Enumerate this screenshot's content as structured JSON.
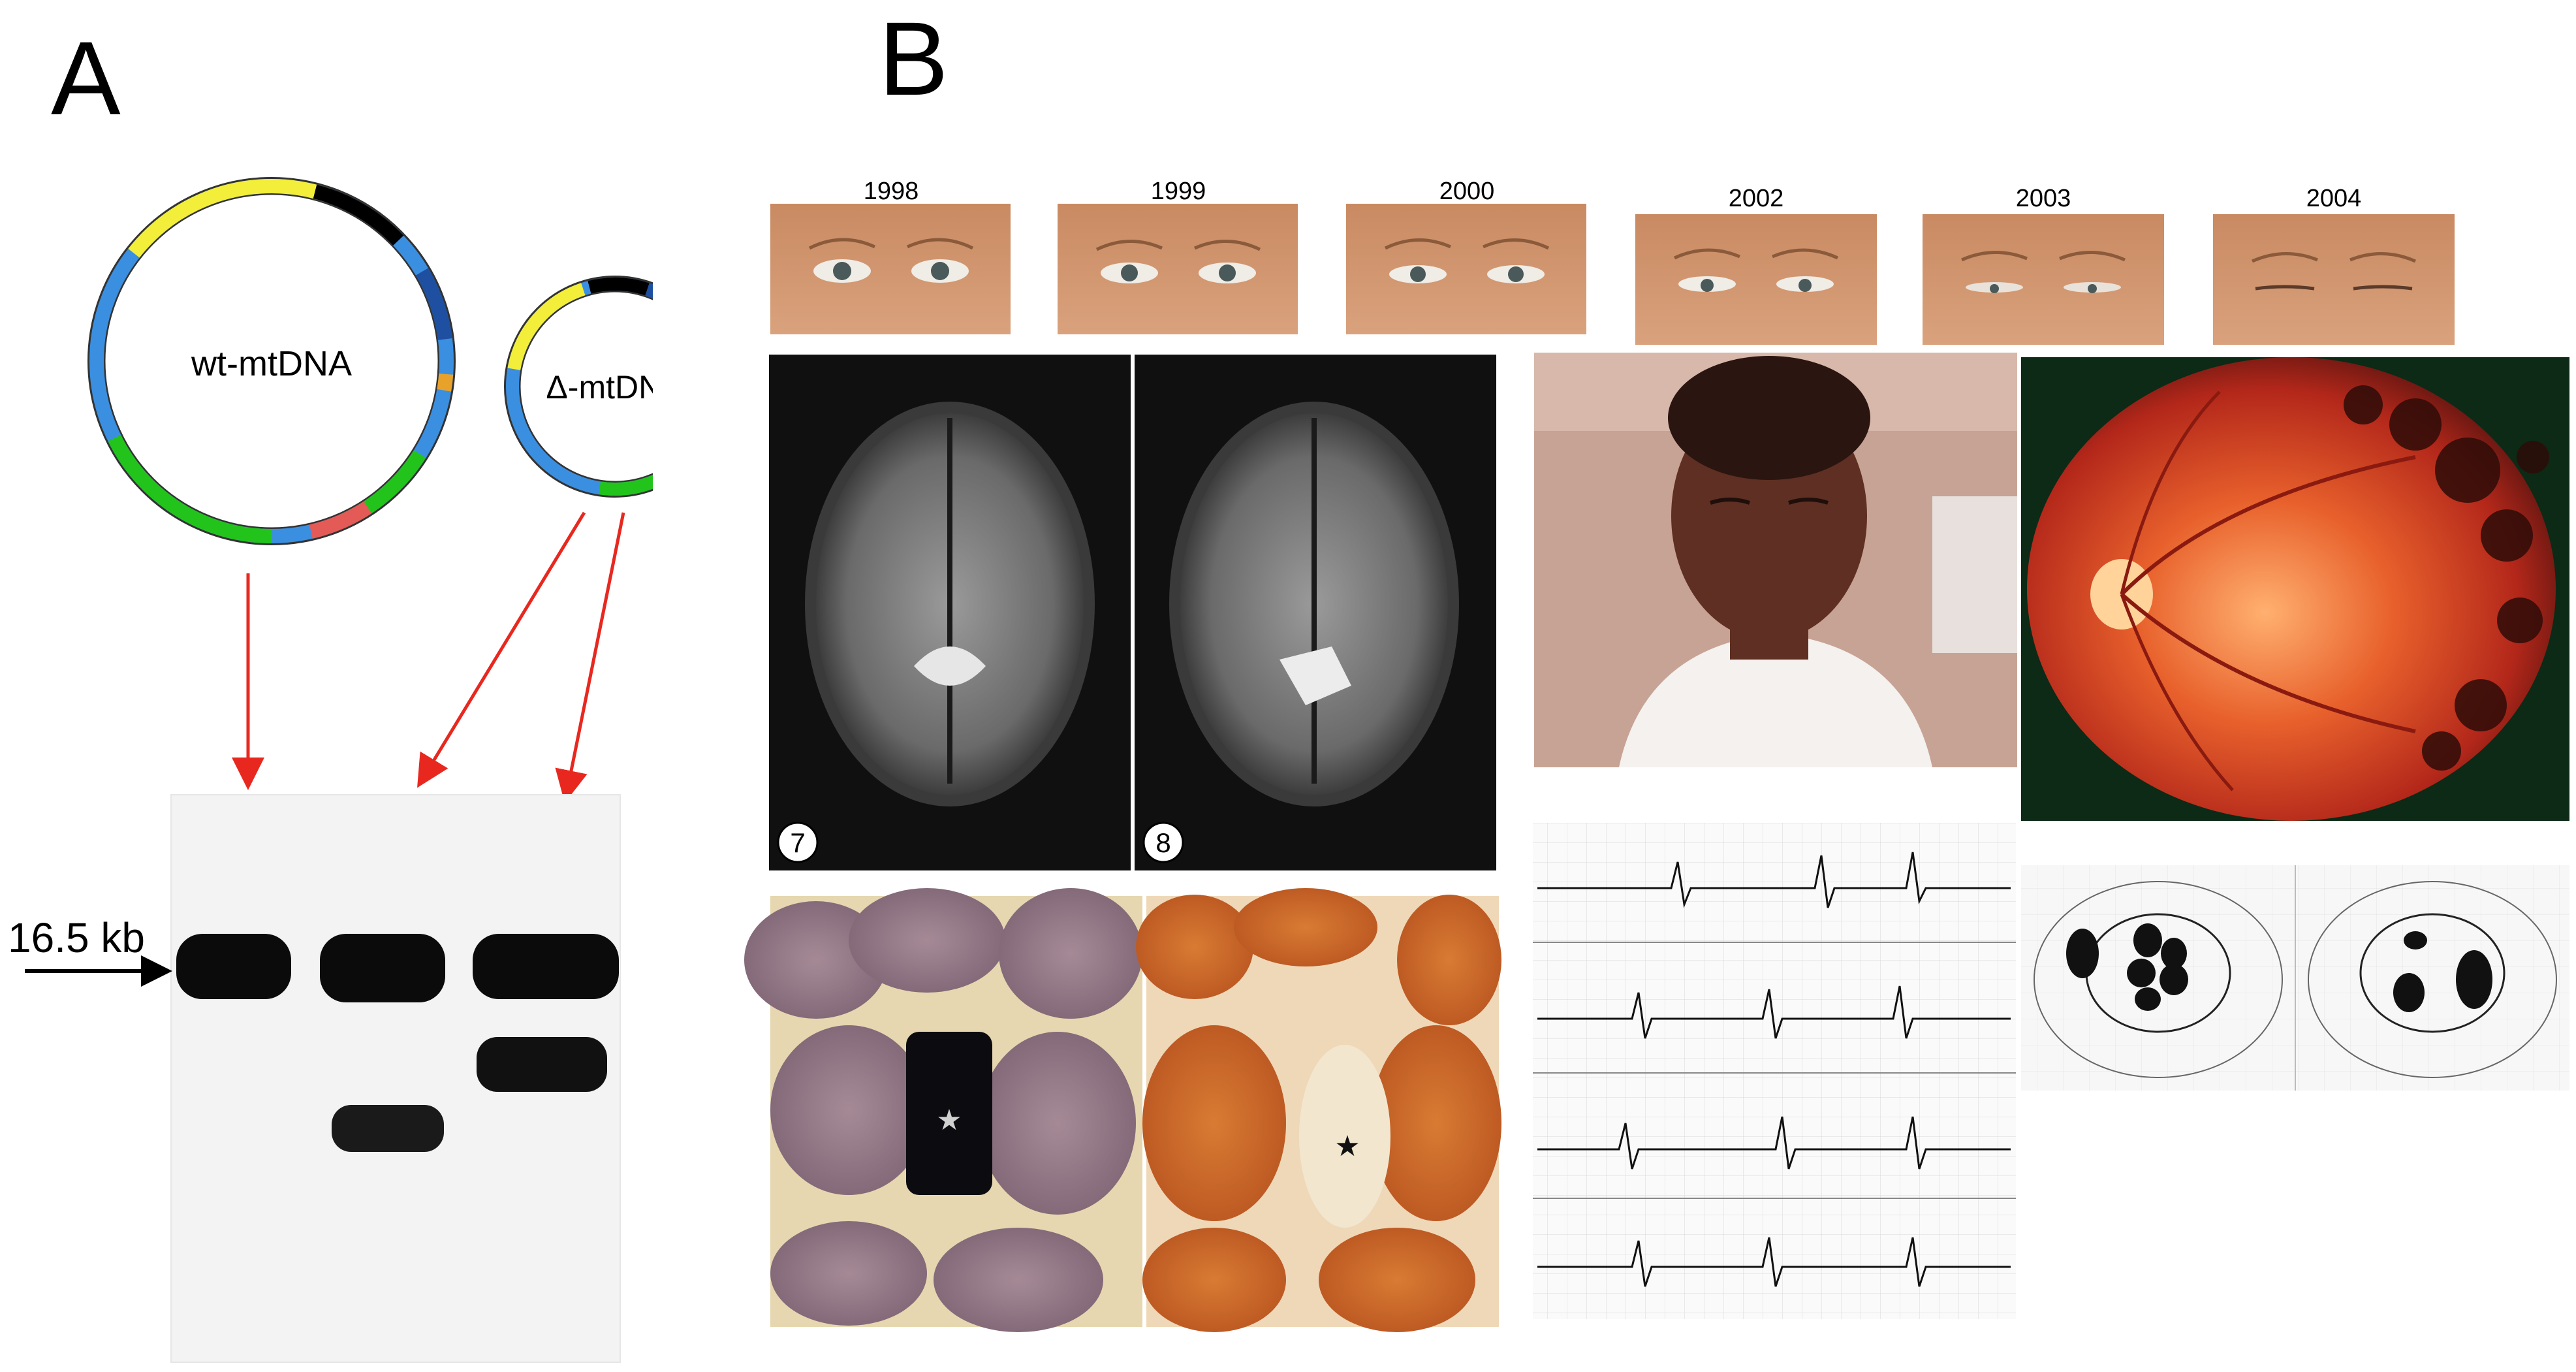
{
  "panel_a": {
    "letter": "A",
    "wt_label": "wt-mtDNA",
    "delta_label": "Δ-mtDNA",
    "marker_label": "16.5 kb"
  },
  "panel_b": {
    "letter": "B",
    "years": [
      "1998",
      "1999",
      "2000",
      "2002",
      "2003",
      "2004"
    ],
    "mri_numbers": [
      "7",
      "8"
    ]
  },
  "colors": {
    "arrow": "#e8281f",
    "mtdna_blue": "#3b8fe0",
    "mtdna_green": "#22c41c",
    "mtdna_yellow": "#f2ee3a",
    "mtdna_red": "#e45a57"
  }
}
